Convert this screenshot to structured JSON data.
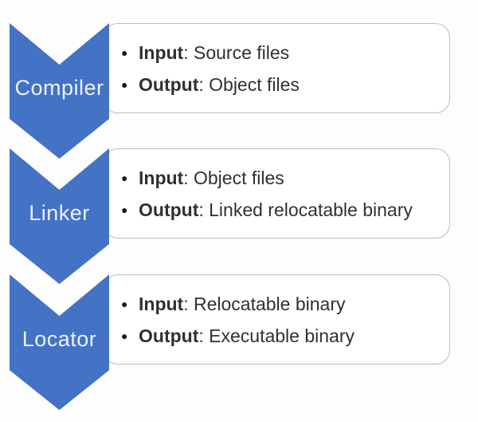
{
  "diagram": {
    "type": "vertical-chevron-process-list",
    "colors": {
      "chevron_fill": "#4472c4",
      "chevron_label_text": "#edf1fa",
      "box_border": "#b2bed0",
      "box_fill": "#ffffff",
      "bullet_text": "#303030",
      "background": "#fdfdfd"
    },
    "stages": [
      {
        "label": "Compiler",
        "bullets": [
          {
            "term": "Input",
            "rest": ": Source files"
          },
          {
            "term": "Output",
            "rest": ": Object files"
          }
        ]
      },
      {
        "label": "Linker",
        "bullets": [
          {
            "term": "Input",
            "rest": ": Object files"
          },
          {
            "term": "Output",
            "rest": ": Linked relocatable binary"
          }
        ]
      },
      {
        "label": "Locator",
        "bullets": [
          {
            "term": "Input",
            "rest": ": Relocatable binary"
          },
          {
            "term": "Output",
            "rest": ": Executable binary"
          }
        ]
      }
    ]
  }
}
